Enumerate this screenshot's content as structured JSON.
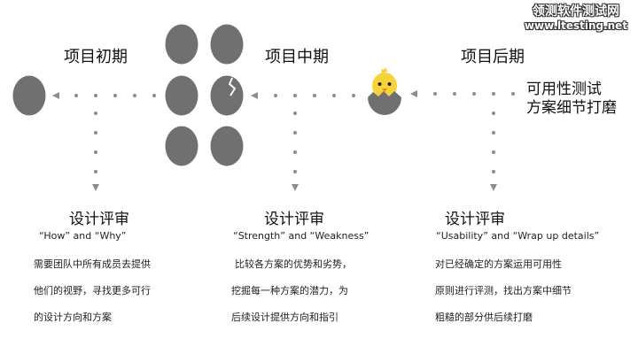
{
  "watermark": {
    "line1": "领测软件测试网",
    "line2": "www.ltesting.net"
  },
  "phases": [
    {
      "title": "项目初期",
      "section_title": "设计评审",
      "subtitle": "“How” and “Why”",
      "desc": [
        "需要团队中所有成员去提供",
        "他们的视野，寻找更多可行",
        "的设计方向和方案"
      ]
    },
    {
      "title": "项目中期",
      "section_title": "设计评审",
      "subtitle": "“Strength” and “Weakness”",
      "desc": [
        "比较各方案的优势和劣势，",
        "挖掘每一种方案的潜力，为",
        "后续设计提供方向和指引"
      ]
    },
    {
      "title": "项目后期",
      "section_title": "设计评审",
      "subtitle": "“Usability” and “Wrap up details”",
      "desc": [
        "对已经确定的方案运用可用性",
        "原则进行评测，找出方案中细节",
        "粗糙的部分供后续打磨"
      ]
    }
  ],
  "final_label": [
    "可用性测试",
    "方案细节打磨"
  ],
  "colors": {
    "egg": "#707070",
    "dot": "#8c8c8c",
    "chick": "#f6d33a",
    "beak": "#f08a1c",
    "crack": "#ffffff"
  },
  "icons": [
    "egg-icon",
    "cracked-egg-icon",
    "hatching-chick-icon",
    "arrow-left-icon",
    "arrow-down-icon"
  ]
}
